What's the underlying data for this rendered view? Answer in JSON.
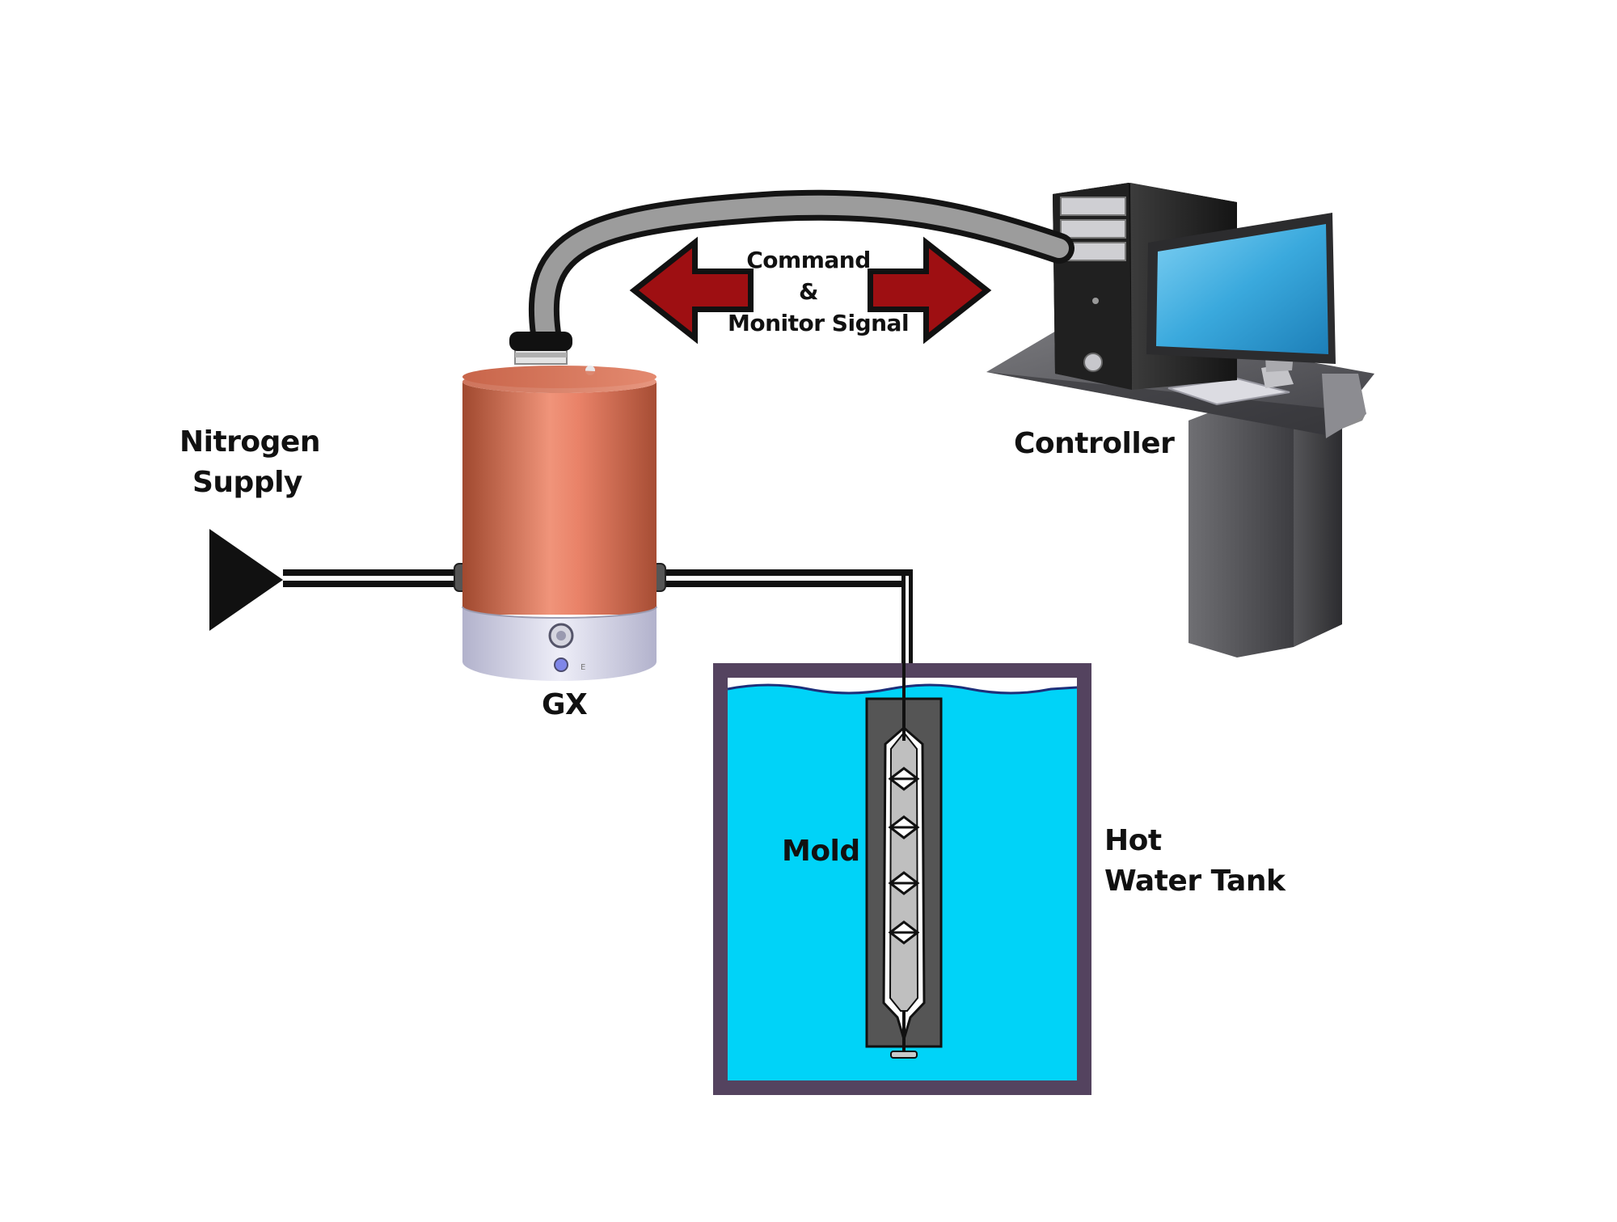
{
  "labels": {
    "nitrogen": [
      "Nitrogen",
      "Supply"
    ],
    "gx": "GX",
    "signal": [
      "Command",
      "&",
      "Monitor Signal"
    ],
    "controller": "Controller",
    "mold": "Mold",
    "tank": [
      "Hot",
      "Water Tank"
    ]
  },
  "icons": {
    "nitrogen_supply": "funnel-icon",
    "gx": "gas-cylinder-icon",
    "controller": "desktop-computer-icon",
    "mold": "mold-icon",
    "tank": "water-tank-icon"
  },
  "colors": {
    "water": "#00d3f8",
    "tank_wall": "#54435f",
    "mold_frame": "#555555",
    "gx_body": "#c8644c",
    "gx_base": "#d8d8ec",
    "arrow": "#9e0f12",
    "monitor_screen": "#39a9dc",
    "cable": "#9c9c9c"
  }
}
